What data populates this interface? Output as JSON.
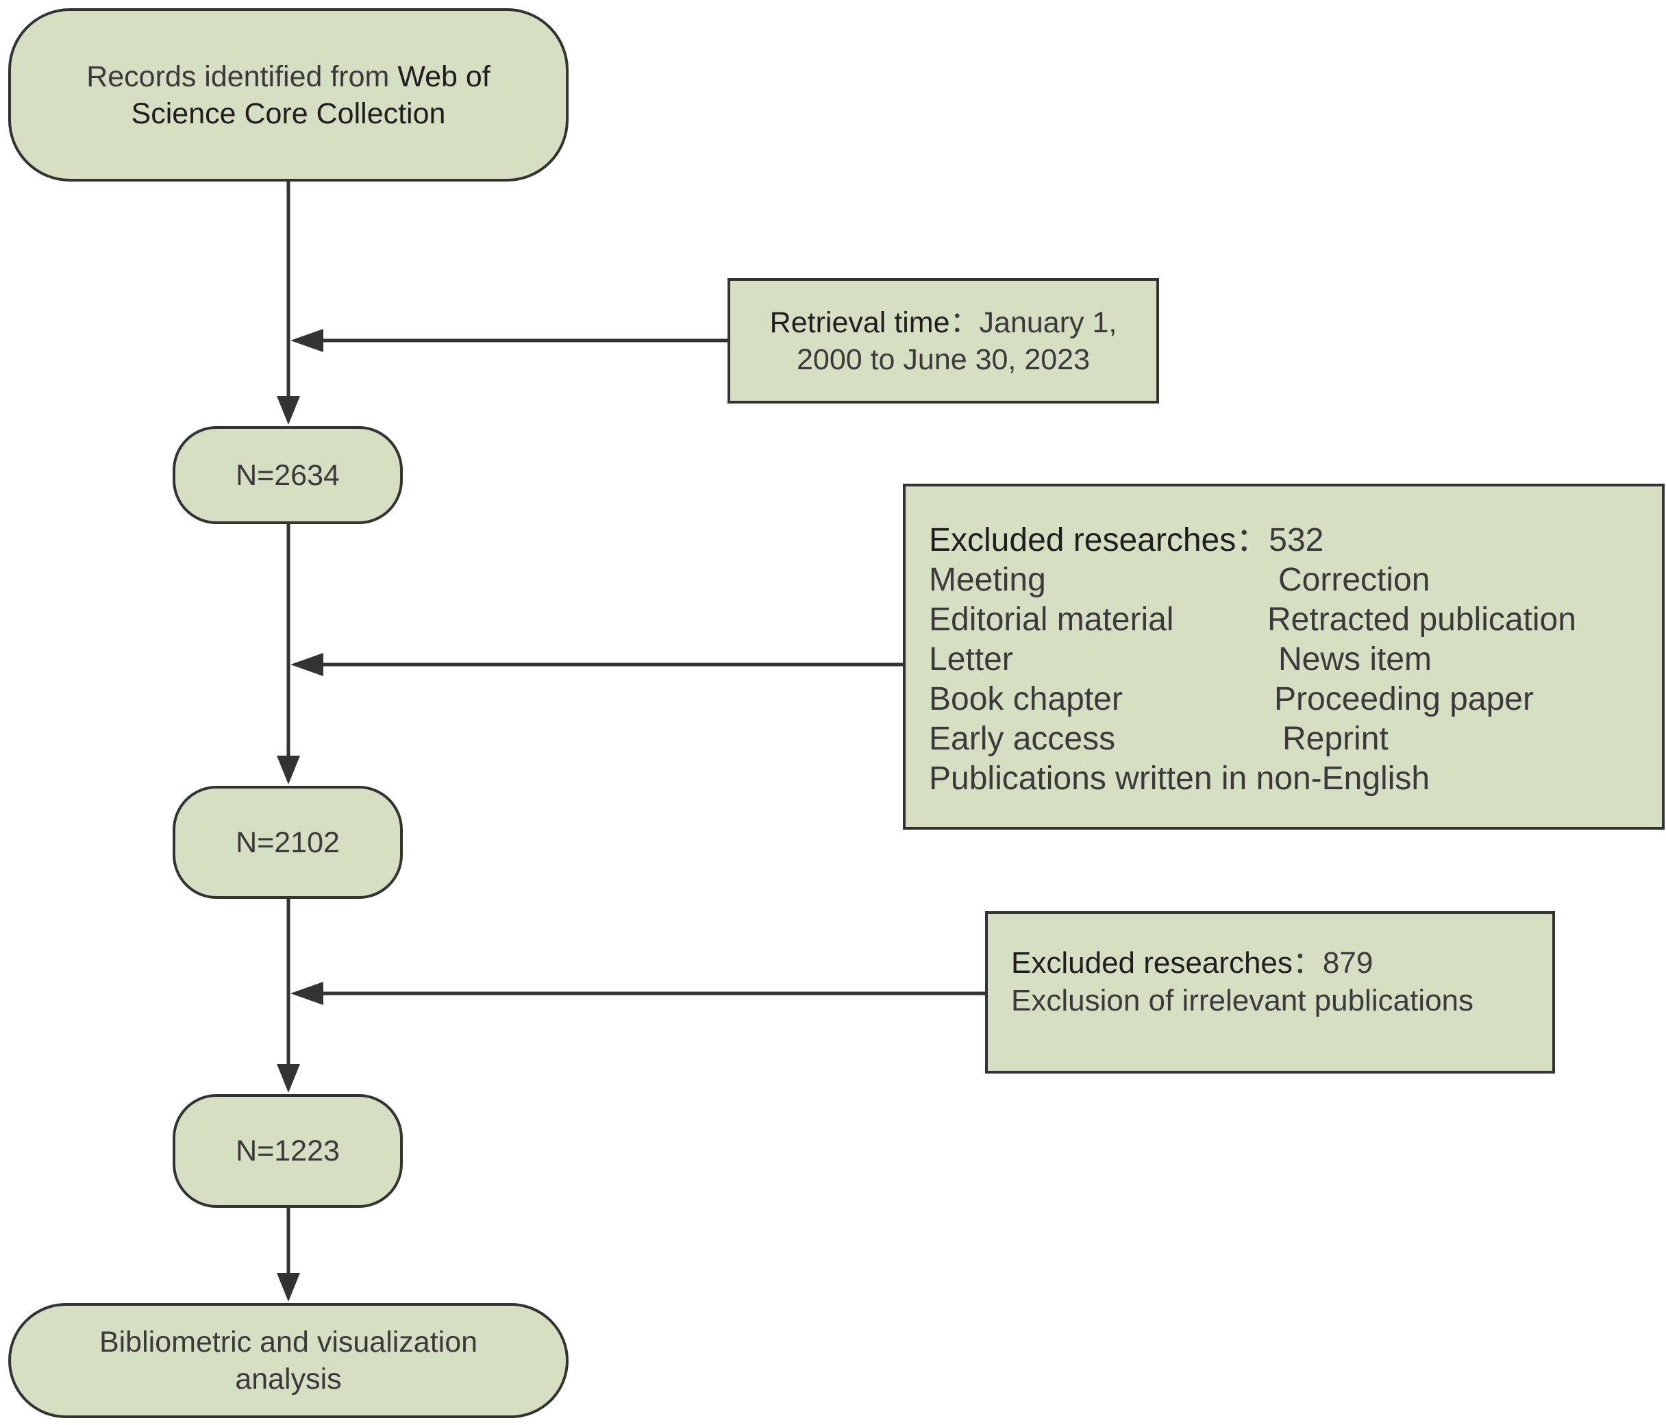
{
  "records": {
    "prefix": "Records identified from ",
    "bold": "Web of",
    "line2": "Science Core Collection"
  },
  "retrieval": {
    "label": "Retrieval time",
    "sep": "：",
    "value1": "January 1,",
    "line2": "2000 to June 30, 2023"
  },
  "n1": "N=2634",
  "exclusion1": {
    "label": "Excluded researches",
    "sep": "：",
    "count": "532",
    "items": [
      "Meeting",
      "Correction",
      "Editorial material",
      "Retracted publication",
      "Letter",
      "News item",
      "Book chapter",
      "Proceeding paper",
      "Early access",
      "Reprint"
    ],
    "last": "Publications written in non-English"
  },
  "n2": "N=2102",
  "exclusion2": {
    "label": "Excluded researches",
    "sep": "：",
    "count": "879",
    "line2": "Exclusion of irrelevant publications"
  },
  "n3": "N=1223",
  "final": {
    "line1": "Bibliometric and visualization",
    "line2": "analysis"
  },
  "colors": {
    "fill": "#d6dfc2",
    "stroke": "#333333",
    "text": "#3a3a3a"
  }
}
